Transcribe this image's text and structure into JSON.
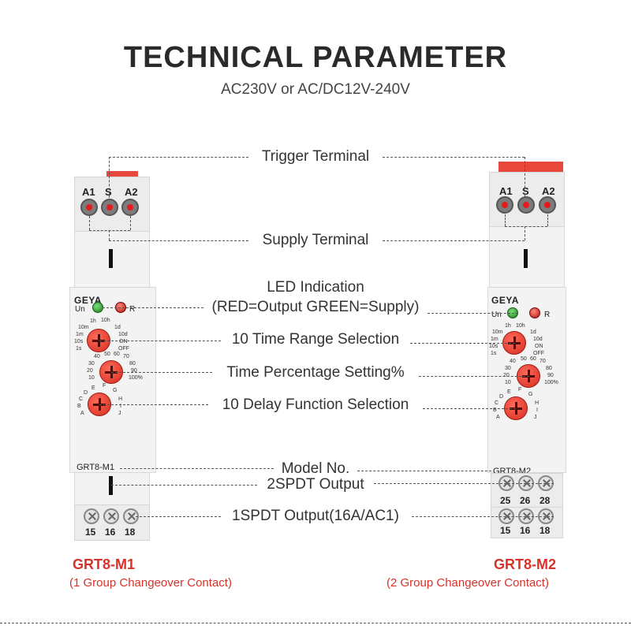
{
  "header": {
    "title": "TECHNICAL PARAMETER",
    "subtitle": "AC230V or AC/DC12V-240V"
  },
  "callouts": {
    "trigger": "Trigger Terminal",
    "supply": "Supply Terminal",
    "led_line1": "LED Indication",
    "led_line2": "(RED=Output GREEN=Supply)",
    "time_range": "10 Time Range Selection",
    "time_percent": "Time Percentage Setting%",
    "delay_function": "10 Delay Function Selection",
    "model_no": "Model No.",
    "output_2spdt": "2SPDT Output",
    "output_1spdt": "1SPDT Output(16A/AC1)"
  },
  "device_left": {
    "terminals_top": [
      "A1",
      "S",
      "A2"
    ],
    "brand": "GEYA",
    "led_un": "Un",
    "led_r": "R",
    "range_scale": [
      "1h",
      "10h",
      "10m",
      "1d",
      "1m",
      "10d",
      "10s",
      "ON",
      "1s",
      "OFF"
    ],
    "percent_scale": [
      "40",
      "50",
      "60",
      "70",
      "30",
      "80",
      "20",
      "90",
      "10",
      "100%"
    ],
    "function_scale": [
      "E",
      "F",
      "D",
      "G",
      "C",
      "H",
      "B",
      "I",
      "A",
      "J"
    ],
    "model": "GRT8-M1",
    "terminals_bottom": [
      "15",
      "16",
      "18"
    ],
    "product_name": "GRT8-M1",
    "product_desc": "(1 Group Changeover Contact)"
  },
  "device_right": {
    "terminals_top": [
      "A1",
      "S",
      "A2"
    ],
    "brand": "GEYA",
    "led_un": "Un",
    "led_r": "R",
    "model": "GRT8-M2",
    "terminals_mid": [
      "25",
      "26",
      "28"
    ],
    "terminals_bottom": [
      "15",
      "16",
      "18"
    ],
    "product_name": "GRT8-M2",
    "product_desc": "(2 Group Changeover Contact)"
  },
  "colors": {
    "accent_red": "#d8322a",
    "led_green": "#1d7a1d",
    "led_red": "#b01010",
    "knob_red": "#d42c1f"
  }
}
